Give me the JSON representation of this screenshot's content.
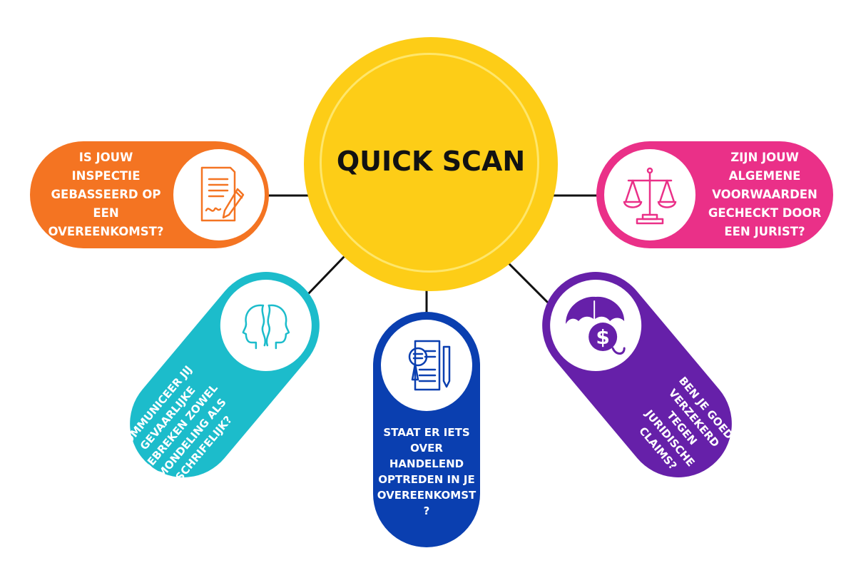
{
  "hub": {
    "title": "QUICK SCAN"
  },
  "nodes": {
    "orange": {
      "lines": [
        "IS JOUW",
        "INSPECTIE",
        "GEBASSEERD OP",
        "EEN",
        "OVEREENKOMST?"
      ],
      "icon": "contract-signature-icon",
      "color": "#f47422"
    },
    "pink": {
      "lines": [
        "ZIJN JOUW",
        "ALGEMENE",
        "VOORWAARDEN",
        "GECHECKT DOOR",
        "EEN JURIST?"
      ],
      "icon": "scales-of-justice-icon",
      "color": "#ea3088"
    },
    "cyan": {
      "lines": [
        "COMMUNICEER JIJ",
        "GEVAARLIJKE",
        "GEBREKEN ZOWEL",
        "MONDELING ALS",
        "SCHRIFELIJK?"
      ],
      "icon": "two-heads-icon",
      "color": "#1cbccb"
    },
    "blue": {
      "lines": [
        "STAAT ER IETS",
        "OVER",
        "HANDELEND",
        "OPTREDEN IN JE",
        "OVEREENKOMST",
        "?"
      ],
      "icon": "document-magnifier-icon",
      "color": "#0a3fb0"
    },
    "purple": {
      "lines": [
        "BEN JE GOED",
        "VERZEKERD",
        "TEGEN",
        "JURIDISCHE",
        "CLAIMS?"
      ],
      "icon": "umbrella-dollar-icon",
      "color": "#6620a9"
    }
  },
  "colors": {
    "hub": "#fdcd17",
    "connector": "#111111"
  }
}
